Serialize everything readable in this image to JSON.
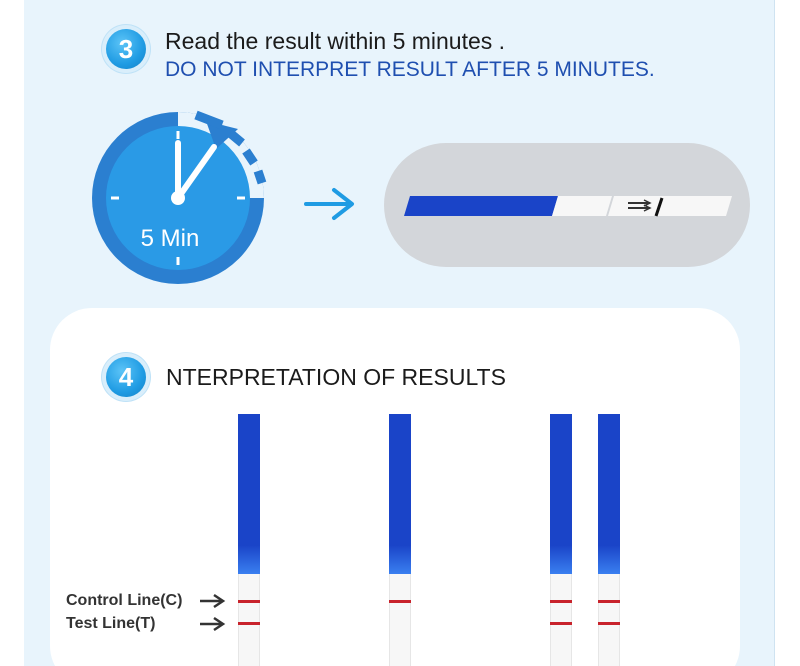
{
  "step3": {
    "number": "3",
    "title": "Read the result within 5 minutes .",
    "warning": "DO NOT INTERPRET RESULT AFTER 5 MINUTES.",
    "timer_label": "5 Min"
  },
  "step4": {
    "number": "4",
    "title": "NTERPRETATION OF RESULTS",
    "control_label": "Control Line(C)",
    "test_label": "Test Line(T)"
  },
  "colors": {
    "accent_blue": "#1f9be3",
    "strip_blue": "#1a44c8",
    "warning_blue": "#1f4fb0",
    "result_line_red": "#c8232c"
  },
  "icons": [
    "stopwatch-icon",
    "arrow-right-icon",
    "arrow-right-small-icon"
  ]
}
